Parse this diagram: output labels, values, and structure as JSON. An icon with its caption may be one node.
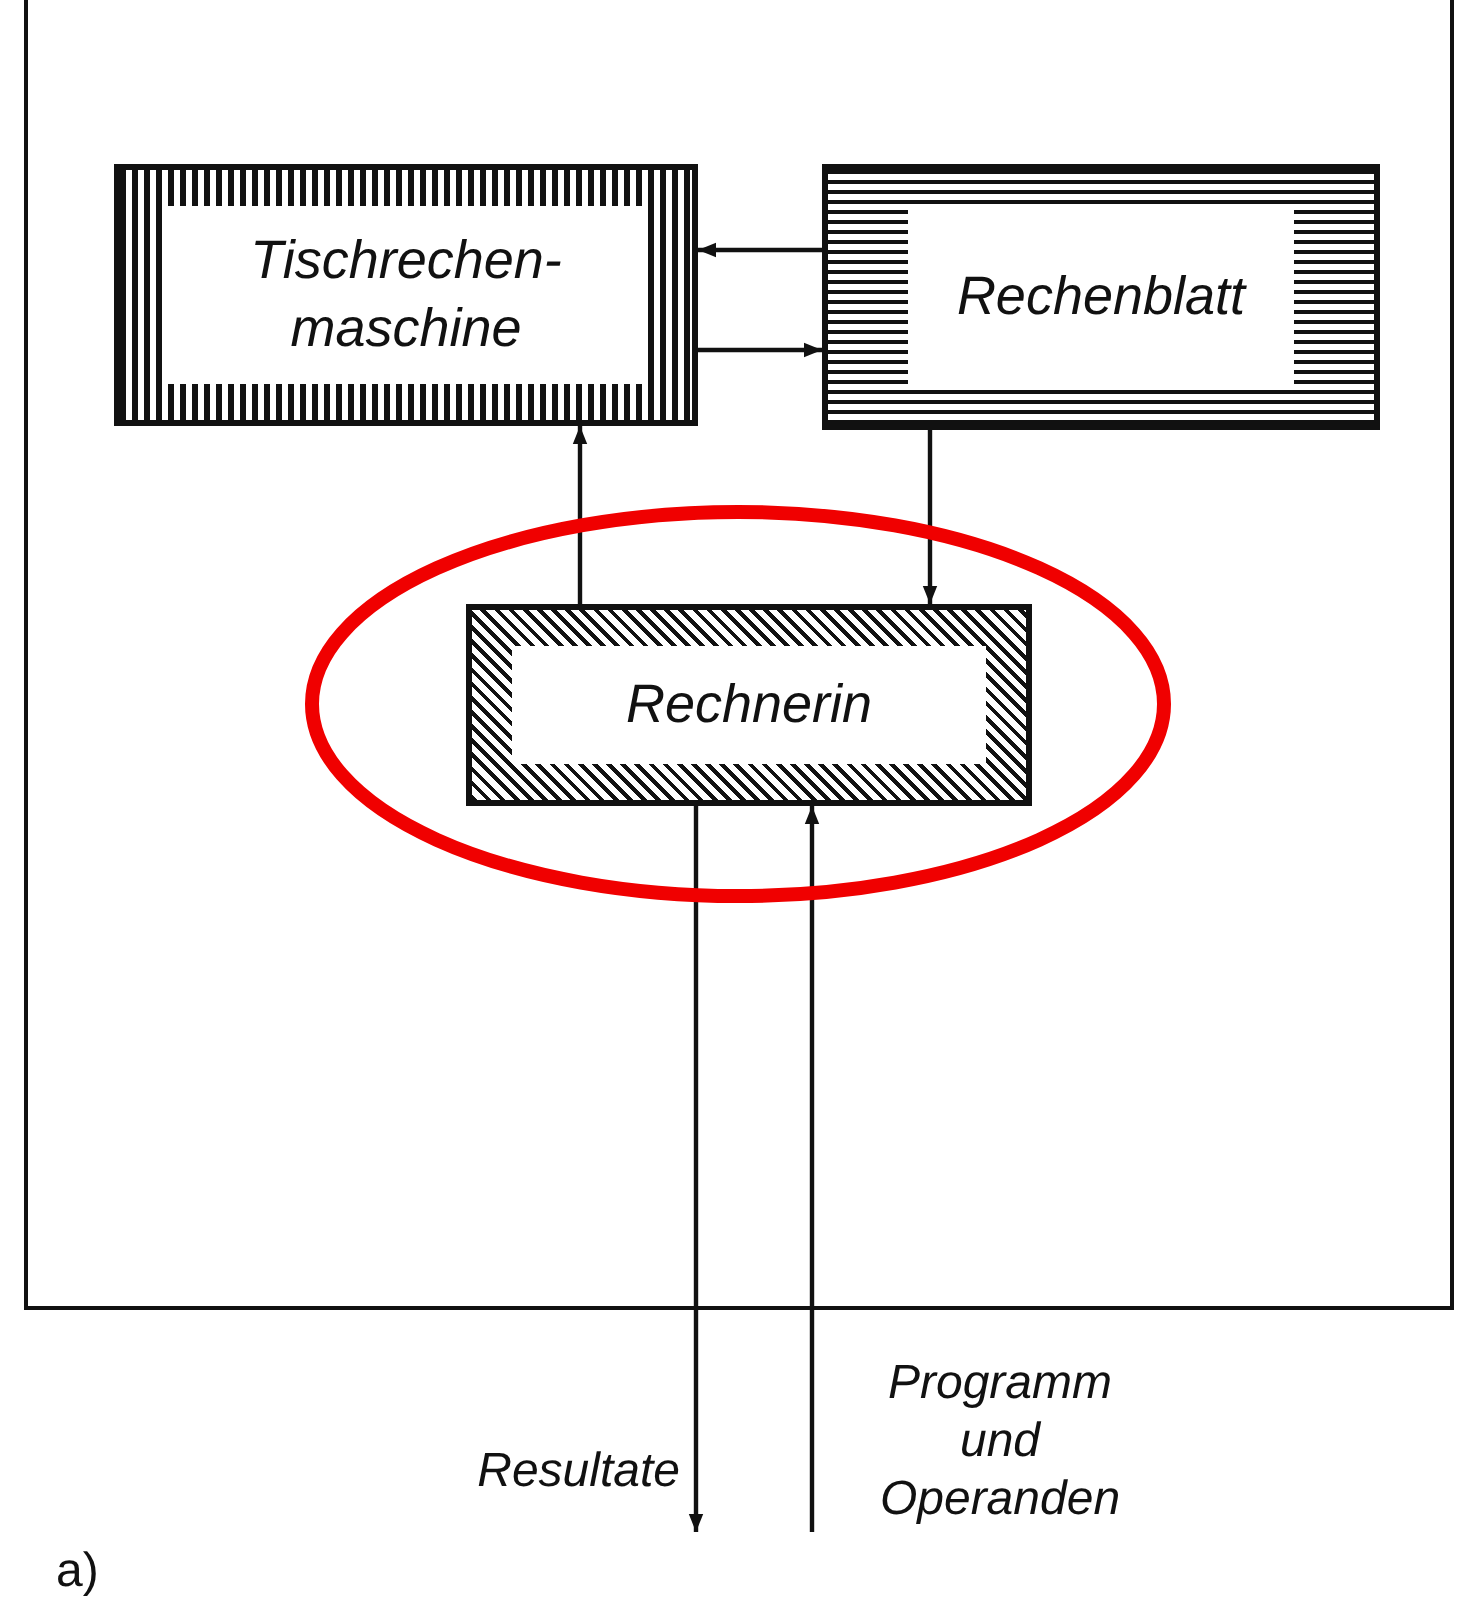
{
  "diagram": {
    "nodes": [
      {
        "text": [],
        "shape": "box"
      },
      {
        "text": [
          "Tischrechen- maschine"
        ],
        "in": 0
      },
      {
        "text": [
          "Rechenblatt"
        ],
        "in": 0
      },
      {
        "text": [
          "Rechnerin"
        ],
        "in": 0
      }
    ],
    "edges": [
      {
        "from": 2,
        "to": 1,
        "arrow": "to"
      },
      {
        "from": 1,
        "to": 2,
        "arrow": "to"
      },
      {
        "from": 3,
        "to": 1,
        "arrow": "to"
      },
      {
        "from": 2,
        "to": 3,
        "arrow": "to"
      },
      {
        "from": 3,
        "to": null,
        "arrow": "to"
      },
      {
        "from": null,
        "to": 3,
        "arrow": "to"
      }
    ],
    "labels": [
      "Resultate",
      "Programm und Operanden",
      "a)"
    ]
  }
}
